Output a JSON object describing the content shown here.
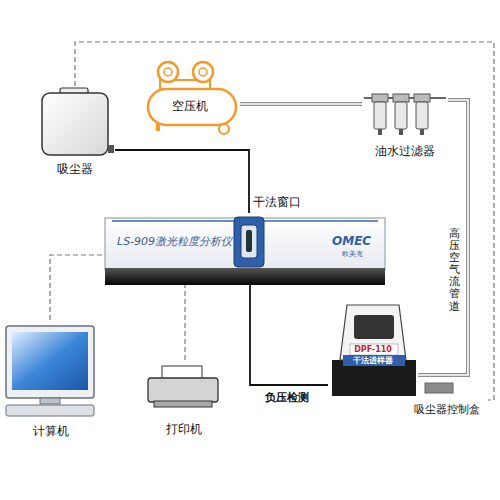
{
  "diagram": {
    "nodes": [
      {
        "text": [
          "空压机"
        ]
      },
      {
        "text": [
          "吸尘器"
        ]
      },
      {
        "text": [
          "油水过滤器"
        ]
      },
      {
        "text": [
          "LS-909激光粒度分析仪"
        ]
      },
      {
        "text": [
          "计算机"
        ]
      },
      {
        "text": [
          "打印机"
        ]
      },
      {
        "text": [
          "DPF-110",
          "干法进样器"
        ]
      },
      {
        "text": [
          "吸尘器控制盒"
        ]
      }
    ],
    "edges": [
      {
        "from": 1,
        "to": 3,
        "arrow": "none"
      },
      {
        "from": 0,
        "to": 2,
        "arrow": "none"
      },
      {
        "from": 2,
        "to": 6,
        "arrow": "none",
        "label": "高压空气流管道"
      },
      {
        "from": 3,
        "to": 6,
        "arrow": "none",
        "label": "负压检测"
      },
      {
        "from": 4,
        "to": 3,
        "arrow": "none"
      },
      {
        "from": 5,
        "to": 3,
        "arrow": "none"
      },
      {
        "from": 1,
        "to": 7,
        "arrow": "none"
      }
    ],
    "labels": [
      "干法窗口",
      "OMEC",
      "欧美克"
    ]
  }
}
